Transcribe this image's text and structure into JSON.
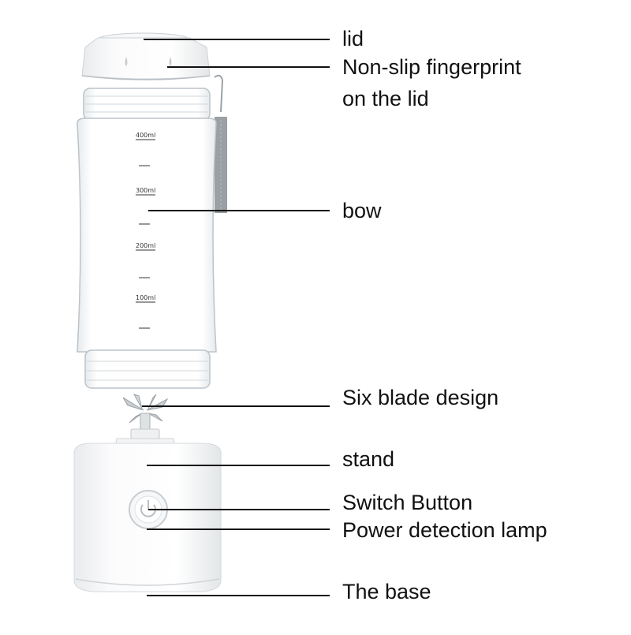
{
  "labels": {
    "lid": "lid",
    "non_slip_line1": "Non-slip fingerprint",
    "non_slip_line2": "on the lid",
    "bow": "bow",
    "six_blade": "Six blade design",
    "stand": "stand",
    "switch_button": "Switch Button",
    "power_lamp": "Power detection lamp",
    "base": "The base"
  },
  "scale_marks": [
    "400ml",
    "300ml",
    "200ml",
    "100ml"
  ],
  "colors": {
    "leader_line": "#111111",
    "bottle_outline": "#bcc3c8",
    "body_white": "#f4f5f6",
    "strap": "#8f9598"
  }
}
